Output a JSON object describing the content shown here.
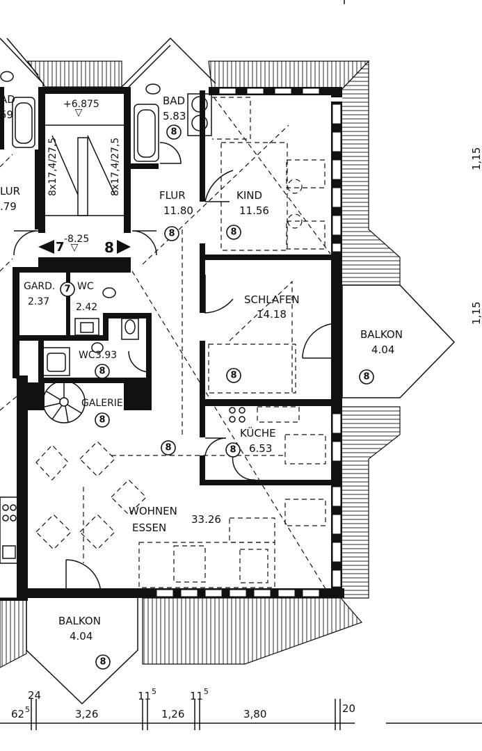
{
  "rooms": {
    "bad_left": {
      "name": "AD",
      "area": "59"
    },
    "stair_top": {
      "level": "+6.875",
      "tick_left": "8x17,4/27,5",
      "tick_right": "8x17,4/27,5"
    },
    "bad": {
      "name": "BAD",
      "area": "5.83",
      "tag": "8"
    },
    "flur_left": {
      "name": "LUR",
      "area": ".79"
    },
    "flur": {
      "name": "FLUR",
      "area": "11.80",
      "tag": "8"
    },
    "kind": {
      "name": "KIND",
      "area": "11.56",
      "tag": "8"
    },
    "stair_mid": {
      "level": "-8.25",
      "left_num": "7",
      "right_num": "8"
    },
    "gard": {
      "name": "GARD.",
      "area": "2.37",
      "tag": "7"
    },
    "wc_small": {
      "name": "WC",
      "area": "2.42"
    },
    "schlafen": {
      "name": "SCHLAFEN",
      "area": "14.18",
      "tag": "8"
    },
    "balkon_right": {
      "name": "BALKON",
      "area": "4.04",
      "tag": "8"
    },
    "wc": {
      "name": "WC",
      "area": "3.93",
      "tag": "8"
    },
    "galerie": {
      "name": "GALERIE",
      "tag": "8"
    },
    "corridor_tag": "8",
    "kueche": {
      "name": "KÜCHE",
      "area": "6.53",
      "tag": "8"
    },
    "wohnen": {
      "name_1": "WOHNEN",
      "name_2": "ESSEN",
      "area": "33.26"
    },
    "balkon_bottom": {
      "name": "BALKON",
      "area": "4.04",
      "tag": "8"
    }
  },
  "dimensions": {
    "right_1": "1,15",
    "right_2": "1,15",
    "bottom": {
      "d1": "62",
      "d1_sup": "5",
      "d2": "24",
      "d3": "3,26",
      "d4": "11",
      "d4_sup": "5",
      "d5": "1,26",
      "d6": "11",
      "d6_sup": "5",
      "d7": "3,80",
      "d8": "20"
    }
  }
}
